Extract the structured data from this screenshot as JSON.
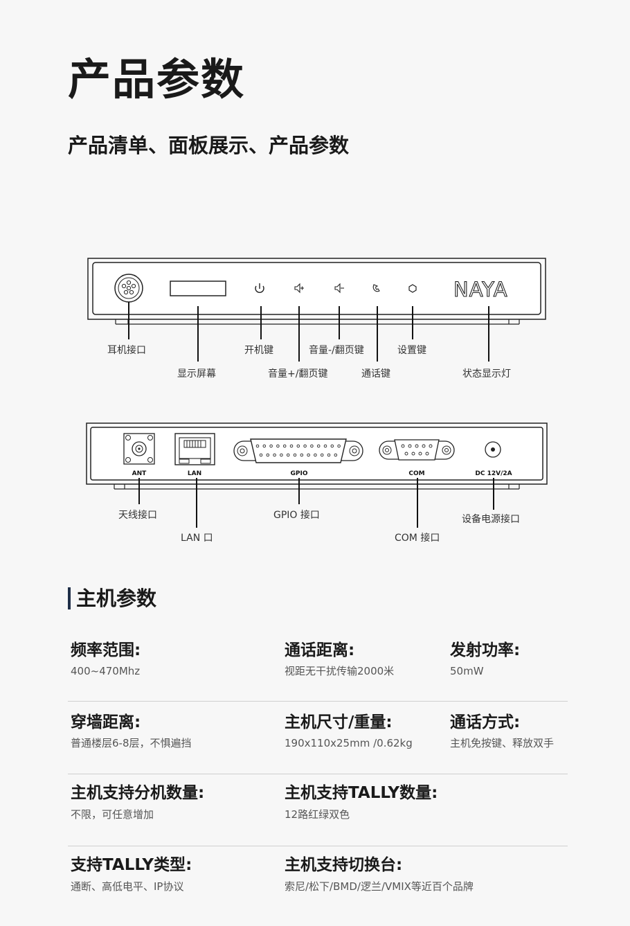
{
  "header": {
    "title": "产品参数",
    "subtitle": "产品清单、面板展示、产品参数"
  },
  "front_panel": {
    "brand": "NAYA",
    "callouts": {
      "headset": "耳机接口",
      "display": "显示屏幕",
      "power": "开机键",
      "vol_plus": "音量+/翻页键",
      "vol_minus": "音量-/翻页键",
      "talk": "通话键",
      "settings": "设置键",
      "status": "状态显示灯"
    }
  },
  "rear_panel": {
    "port_labels": {
      "ant": "ANT",
      "lan": "LAN",
      "gpio": "GPIO",
      "com": "COM",
      "dc": "DC 12V/2A"
    },
    "callouts": {
      "antenna": "天线接口",
      "lan": "LAN 口",
      "gpio": "GPIO 接口",
      "com": "COM 接口",
      "power": "设备电源接口"
    }
  },
  "specs": {
    "section_title": "主机参数",
    "items": [
      {
        "label": "频率范围:",
        "value": "400~470Mhz"
      },
      {
        "label": "通话距离:",
        "value": "视距无干扰传输2000米"
      },
      {
        "label": "发射功率:",
        "value": "50mW"
      },
      {
        "label": "穿墙距离:",
        "value": "普通楼层6-8层，不惧遍挡"
      },
      {
        "label": "主机尺寸/重量:",
        "value": "190x110x25mm /0.62kg"
      },
      {
        "label": "通话方式:",
        "value": "主机免按键、释放双手"
      },
      {
        "label": "主机支持分机数量:",
        "value": "不限，可任意增加"
      },
      {
        "label": "主机支持TALLY数量:",
        "value": "12路红绿双色"
      },
      {
        "label": "支持TALLY类型:",
        "value": "通断、高低电平、IP协议"
      },
      {
        "label": "主机支持切换台:",
        "value": "索尼/松下/BMD/逻兰/VMIX等近百个品牌"
      }
    ]
  }
}
